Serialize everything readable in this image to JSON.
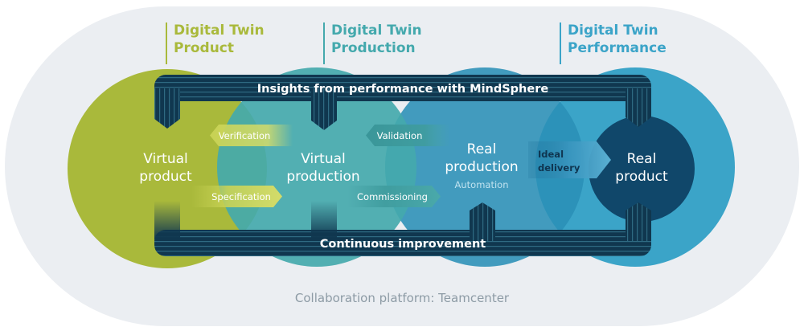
{
  "colors": {
    "background": "#ebeef2",
    "product_green": "#a9b93b",
    "production_teal": "#44a9ad",
    "performance_blue": "#3ba4c8",
    "dark_navy": "#10374f",
    "stripe": "#2f6a82",
    "caption_gray": "#8d9ba5"
  },
  "headers": {
    "product": {
      "line1": "Digital Twin",
      "line2": "Product"
    },
    "production": {
      "line1": "Digital Twin",
      "line2": "Production"
    },
    "performance": {
      "line1": "Digital Twin",
      "line2": "Performance"
    }
  },
  "stages": {
    "virtual_product": {
      "line1": "Virtual",
      "line2": "product"
    },
    "virtual_production": {
      "line1": "Virtual",
      "line2": "production"
    },
    "real_production": {
      "line1": "Real",
      "line2": "production",
      "sub": "Automation"
    },
    "real_product": {
      "line1": "Real",
      "line2": "product"
    }
  },
  "loop": {
    "top": "Insights from performance with MindSphere",
    "bottom": "Continuous improvement"
  },
  "arrows": {
    "verification": "Verification",
    "specification": "Specification",
    "validation": "Validation",
    "commissioning": "Commissioning",
    "ideal_delivery": {
      "line1": "Ideal",
      "line2": "delivery"
    }
  },
  "caption": "Collaboration platform: Teamcenter"
}
